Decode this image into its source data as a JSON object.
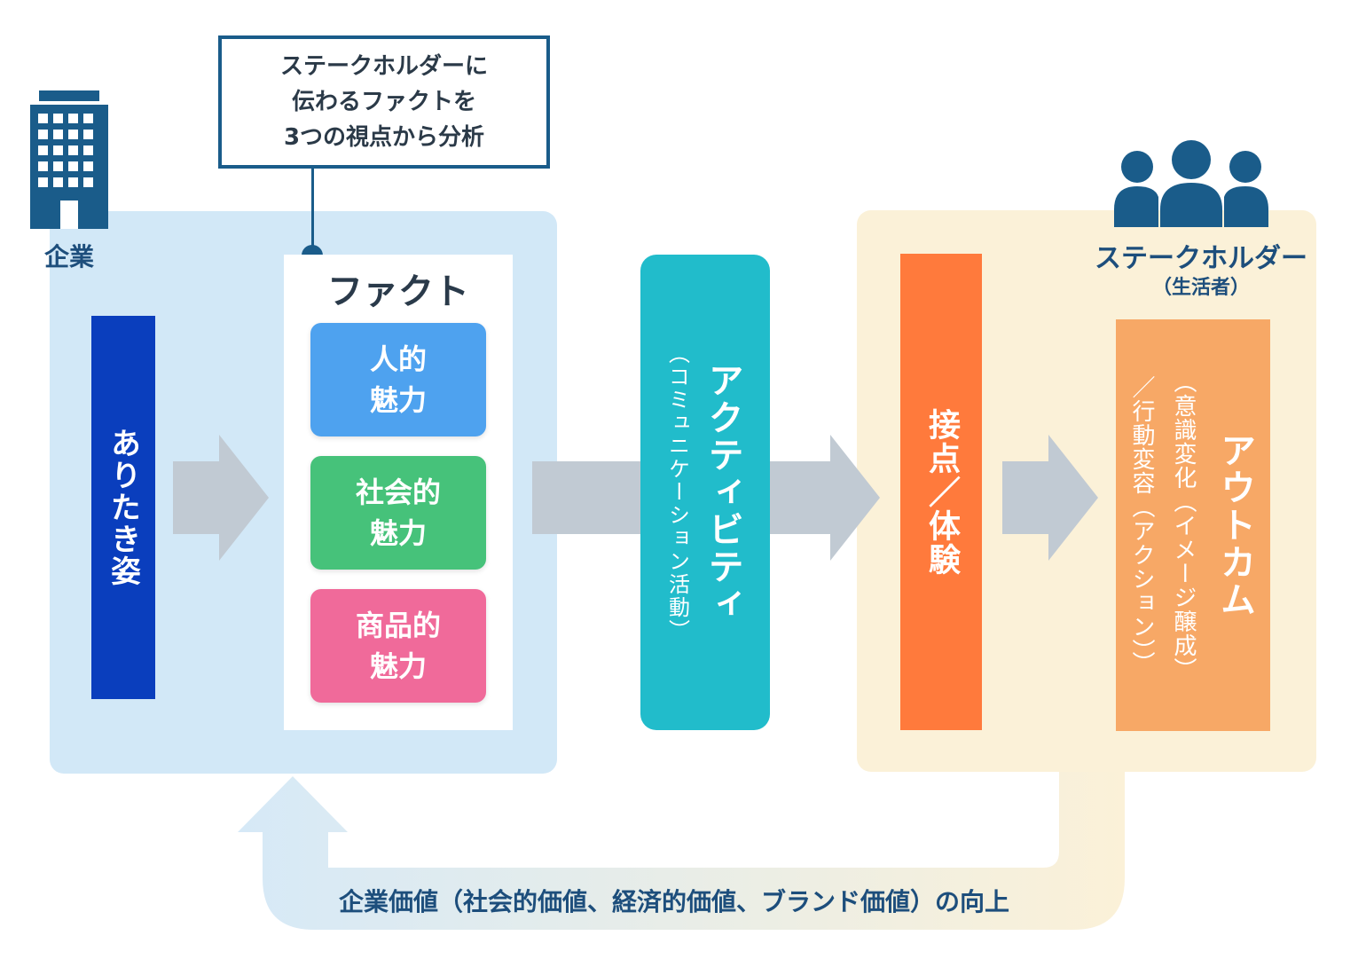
{
  "callout": {
    "lines": [
      "ステークホルダーに",
      "伝わるファクトを",
      "3つの視点から分析"
    ]
  },
  "company": {
    "label": "企業"
  },
  "ideal": {
    "label": "ありたき姿"
  },
  "facts": {
    "title": "ファクト",
    "cards": [
      {
        "line1": "人的",
        "line2": "魅力",
        "color": "#4ea2ef"
      },
      {
        "line1": "社会的",
        "line2": "魅力",
        "color": "#46c27a"
      },
      {
        "line1": "商品的",
        "line2": "魅力",
        "color": "#f06a9a"
      }
    ]
  },
  "activity": {
    "title": "アクティビティ",
    "subtitle": "（コミュニケーション活動）"
  },
  "touchpoint": {
    "label": "接点／体験"
  },
  "stakeholder": {
    "label": "ステークホルダー",
    "sub": "（生活者）"
  },
  "outcome": {
    "title": "アウトカム",
    "sub1": "（意識変化（イメージ醸成）",
    "sub2": "／行動変容（アクション））"
  },
  "bottom": {
    "label": "企業価値（社会的価値、経済的価値、ブランド価値）の向上"
  },
  "colors": {
    "company_panel": "#d2e8f7",
    "stakeholder_panel": "#fbf1d8",
    "ideal": "#0a3ebd",
    "activity": "#21bccb",
    "touchpoint": "#ff7a3c",
    "outcome": "#f7a866",
    "arrow": "#c1cad3",
    "icon": "#1a5c8a"
  }
}
